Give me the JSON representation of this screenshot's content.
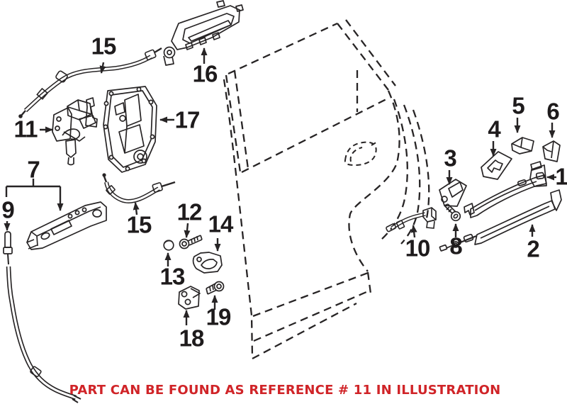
{
  "illustration": {
    "background": "#ffffff",
    "line_color": "#272425",
    "caption": {
      "text": "PART CAN BE FOUND AS REFERENCE # 11 IN ILLUSTRATION",
      "color": "#d02428"
    },
    "highlighted_reference": "11",
    "part_labels": [
      {
        "ref": "15"
      },
      {
        "ref": "16"
      },
      {
        "ref": "11"
      },
      {
        "ref": "17"
      },
      {
        "ref": "7"
      },
      {
        "ref": "9"
      },
      {
        "ref": "15"
      },
      {
        "ref": "12"
      },
      {
        "ref": "13"
      },
      {
        "ref": "14"
      },
      {
        "ref": "18"
      },
      {
        "ref": "19"
      },
      {
        "ref": "3"
      },
      {
        "ref": "4"
      },
      {
        "ref": "5"
      },
      {
        "ref": "6"
      },
      {
        "ref": "1"
      },
      {
        "ref": "2"
      },
      {
        "ref": "10"
      },
      {
        "ref": "8"
      }
    ]
  }
}
